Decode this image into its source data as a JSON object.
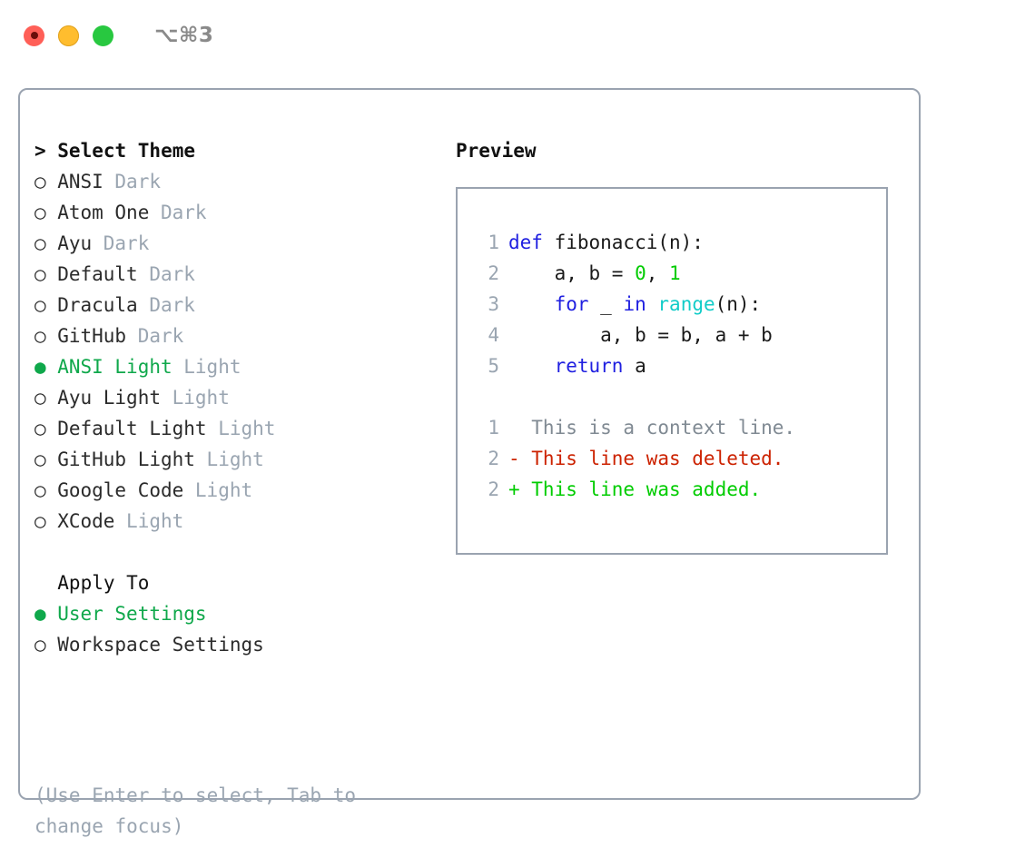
{
  "window": {
    "shortcut_hint": "⌥⌘3",
    "traffic_lights": [
      {
        "name": "close-button",
        "color": "#ff5f57"
      },
      {
        "name": "minimize-button",
        "color": "#ffbd2e"
      },
      {
        "name": "maximize-button",
        "color": "#28c840"
      }
    ],
    "border_color": "#9aa3b0"
  },
  "theme_list": {
    "header": "> Select Theme",
    "selected_color": "#0fa84b",
    "variant_color": "#9aa5b1",
    "marker_selected": "●",
    "marker_unselected": "○",
    "items": [
      {
        "marker": "○",
        "label": "ANSI",
        "variant": "Dark",
        "selected": false
      },
      {
        "marker": "○",
        "label": "Atom One",
        "variant": "Dark",
        "selected": false
      },
      {
        "marker": "○",
        "label": "Ayu",
        "variant": "Dark",
        "selected": false
      },
      {
        "marker": "○",
        "label": "Default",
        "variant": "Dark",
        "selected": false
      },
      {
        "marker": "○",
        "label": "Dracula",
        "variant": "Dark",
        "selected": false
      },
      {
        "marker": "○",
        "label": "GitHub",
        "variant": "Dark",
        "selected": false
      },
      {
        "marker": "●",
        "label": "ANSI Light",
        "variant": "Light",
        "selected": true
      },
      {
        "marker": "○",
        "label": "Ayu Light",
        "variant": "Light",
        "selected": false
      },
      {
        "marker": "○",
        "label": "Default Light",
        "variant": "Light",
        "selected": false
      },
      {
        "marker": "○",
        "label": "GitHub Light",
        "variant": "Light",
        "selected": false
      },
      {
        "marker": "○",
        "label": "Google Code",
        "variant": "Light",
        "selected": false
      },
      {
        "marker": "○",
        "label": "XCode",
        "variant": "Light",
        "selected": false
      }
    ]
  },
  "apply_to": {
    "header": "  Apply To",
    "items": [
      {
        "marker": "●",
        "label": "User Settings",
        "selected": true
      },
      {
        "marker": "○",
        "label": "Workspace Settings",
        "selected": false
      }
    ]
  },
  "hint": "(Use Enter to select, Tab to change focus)",
  "preview": {
    "title": "Preview",
    "code_lines": [
      {
        "lineno": "1",
        "tokens": [
          {
            "text": "def ",
            "type": "kw"
          },
          {
            "text": "fibonacci(n):",
            "type": "plain"
          }
        ]
      },
      {
        "lineno": "2",
        "tokens": [
          {
            "text": "    a, b = ",
            "type": "plain"
          },
          {
            "text": "0",
            "type": "num"
          },
          {
            "text": ", ",
            "type": "plain"
          },
          {
            "text": "1",
            "type": "num"
          }
        ]
      },
      {
        "lineno": "3",
        "tokens": [
          {
            "text": "    ",
            "type": "plain"
          },
          {
            "text": "for",
            "type": "kw"
          },
          {
            "text": " _ ",
            "type": "plain"
          },
          {
            "text": "in",
            "type": "kw"
          },
          {
            "text": " ",
            "type": "plain"
          },
          {
            "text": "range",
            "type": "builtin"
          },
          {
            "text": "(n):",
            "type": "plain"
          }
        ]
      },
      {
        "lineno": "4",
        "tokens": [
          {
            "text": "        a, b = b, a + b",
            "type": "plain"
          }
        ]
      },
      {
        "lineno": "5",
        "tokens": [
          {
            "text": "    ",
            "type": "plain"
          },
          {
            "text": "return",
            "type": "kw"
          },
          {
            "text": " a",
            "type": "plain"
          }
        ]
      }
    ],
    "diff_lines": [
      {
        "lineno": "1",
        "prefix": "  ",
        "text": "This is a context line.",
        "kind": "context"
      },
      {
        "lineno": "2",
        "prefix": "- ",
        "text": "This line was deleted.",
        "kind": "del"
      },
      {
        "lineno": "2",
        "prefix": "+ ",
        "text": "This line was added.",
        "kind": "add"
      }
    ],
    "colors": {
      "keyword": "#1f1fe0",
      "number": "#00cc00",
      "builtin": "#11ccc8",
      "plain": "#1a1a1a",
      "lineno": "#9aa5b1",
      "diff_context": "#808a93",
      "diff_deleted": "#cc2200",
      "diff_added": "#00cc00",
      "panel_border": "#9aa3b0"
    }
  }
}
